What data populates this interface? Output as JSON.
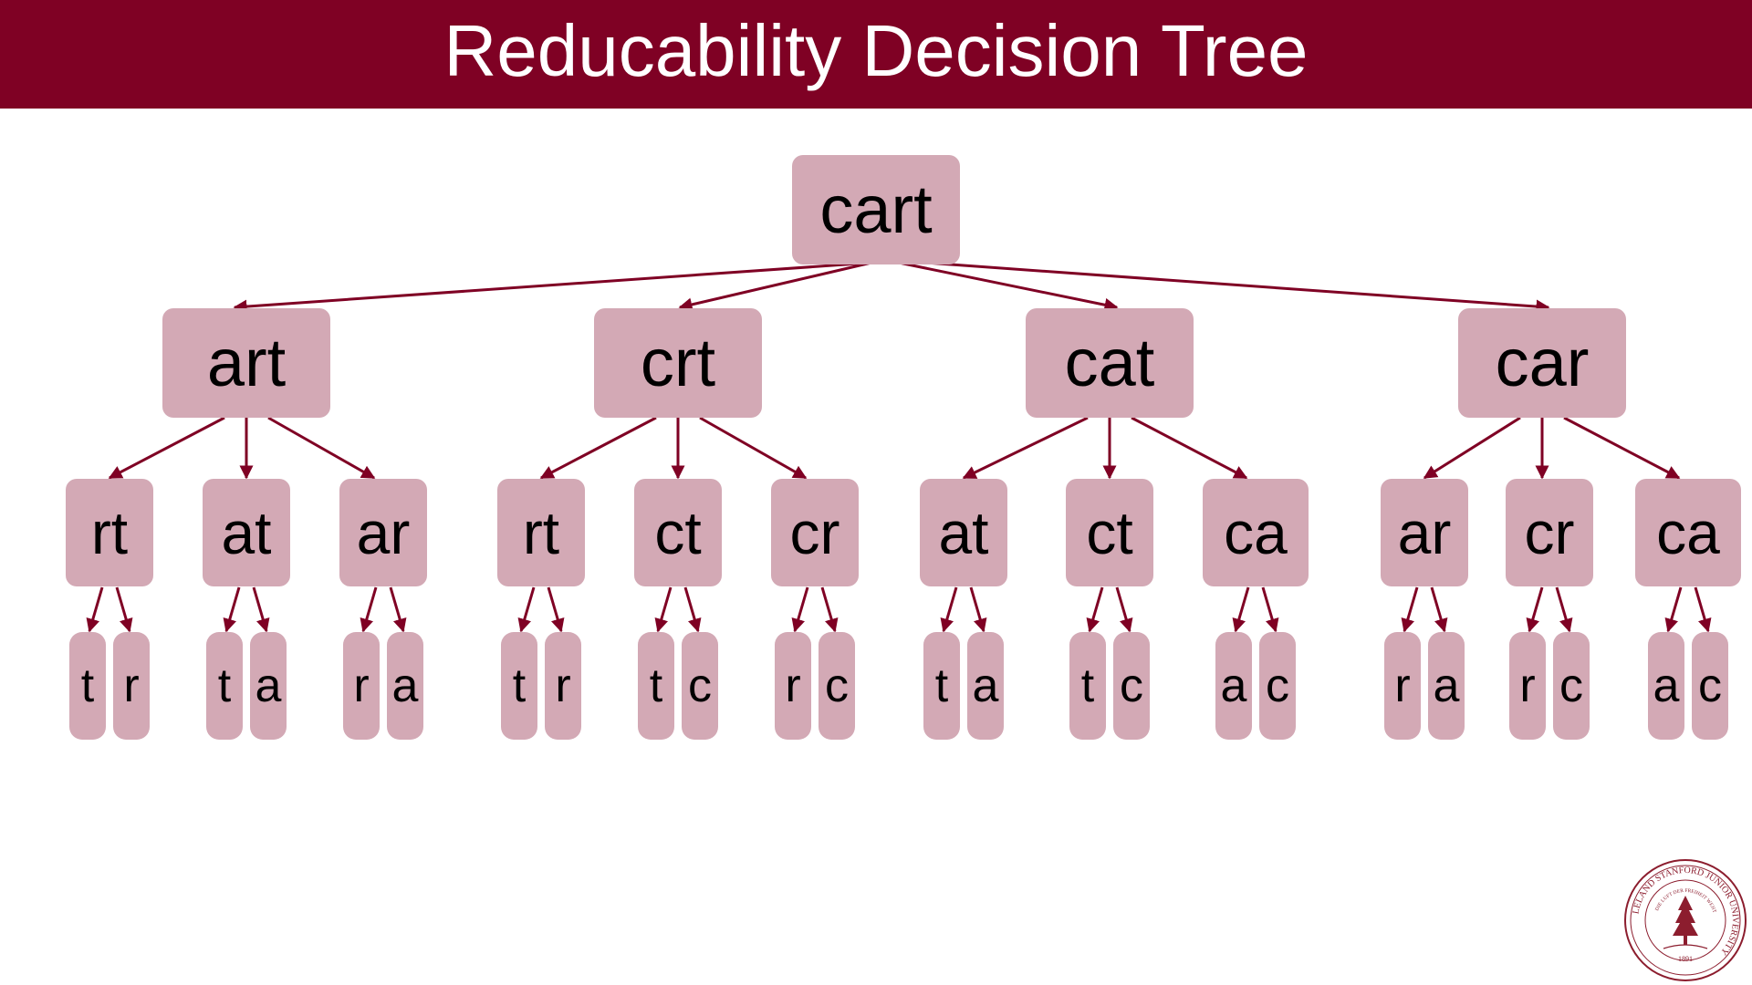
{
  "slide": {
    "title": "Reducability Decision Tree"
  },
  "colors": {
    "banner": "#7f0124",
    "node_fill": "#d3a9b5",
    "edge": "#7f0124",
    "text": "#000000"
  },
  "tree": {
    "root": "cart",
    "level1": [
      "art",
      "crt",
      "cat",
      "car"
    ],
    "level2": [
      [
        "rt",
        "at",
        "ar"
      ],
      [
        "rt",
        "ct",
        "cr"
      ],
      [
        "at",
        "ct",
        "ca"
      ],
      [
        "ar",
        "cr",
        "ca"
      ]
    ],
    "level3": [
      [
        [
          "t",
          "r"
        ],
        [
          "t",
          "a"
        ],
        [
          "r",
          "a"
        ]
      ],
      [
        [
          "t",
          "r"
        ],
        [
          "t",
          "c"
        ],
        [
          "r",
          "c"
        ]
      ],
      [
        [
          "t",
          "a"
        ],
        [
          "t",
          "c"
        ],
        [
          "a",
          "c"
        ]
      ],
      [
        [
          "r",
          "a"
        ],
        [
          "r",
          "c"
        ],
        [
          "a",
          "c"
        ]
      ]
    ]
  },
  "seal": {
    "icon": "university-seal-icon",
    "ring_text": "LELAND STANFORD JUNIOR UNIVERSITY",
    "motto": "DIE LUFT DER FREIHEIT WEHT",
    "year": "1891"
  }
}
